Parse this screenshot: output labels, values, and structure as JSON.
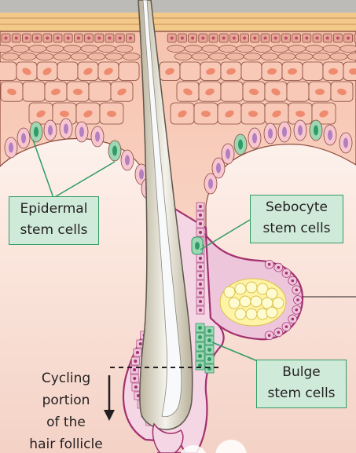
{
  "labels": {
    "epidermal": {
      "line1": "Epidermal",
      "line2": "stem cells"
    },
    "sebocyte": {
      "line1": "Sebocyte",
      "line2": "stem cells"
    },
    "bulge": {
      "line1": "Bulge",
      "line2": "stem cells"
    },
    "cycling": {
      "line1": "Cycling",
      "line2": "portion",
      "line3": "of the",
      "line4": "hair follicle"
    }
  },
  "colors": {
    "dermis": "#fdeee6",
    "cell_fill": "#f8c9b6",
    "cell_stroke": "#8a4a3c",
    "basal_purple": "#b27fc0",
    "stem_green": "#2f9c65",
    "stem_light": "#9dd7b3",
    "label_fill": "#cfead9",
    "follicle_border": "#a3316e",
    "follicle_cell": "#eec6dc",
    "sebum": "#fff3a6",
    "hair": "#d8d2bf",
    "hair_core": "#f2f5f7"
  }
}
